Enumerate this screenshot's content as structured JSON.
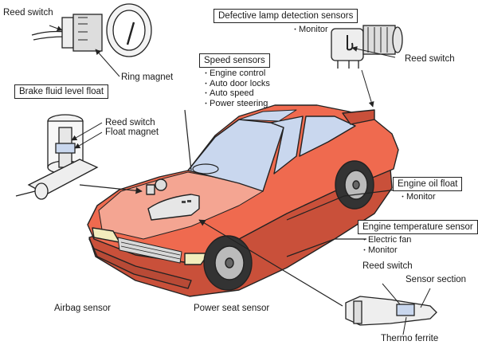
{
  "labels": {
    "reed_switch_top": "Reed switch",
    "ring_magnet": "Ring magnet",
    "brake_fluid_title": "Brake fluid level float",
    "brake_reed_switch": "Reed switch",
    "float_magnet": "Float magnet",
    "speed_title": "Speed sensors",
    "speed_items": [
      "Engine control",
      "Auto door locks",
      "Auto speed",
      "Power steering"
    ],
    "lamp_title": "Defective lamp detection sensors",
    "lamp_monitor": "Monitor",
    "lamp_reed_switch": "Reed switch",
    "oil_title": "Engine oil float",
    "oil_monitor": "Monitor",
    "temp_title": "Engine temperature sensor",
    "temp_items": [
      "Electric fan",
      "Monitor"
    ],
    "temp_reed_switch": "Reed switch",
    "sensor_section": "Sensor section",
    "thermo_ferrite": "Thermo ferrite",
    "airbag": "Airbag sensor",
    "power_seat": "Power seat sensor"
  },
  "colors": {
    "car_body": "#ef6a4f",
    "car_shadow": "#c9503a",
    "glass": "#c9d7ee",
    "hood_highlight": "#f4a592",
    "line": "#222222"
  }
}
